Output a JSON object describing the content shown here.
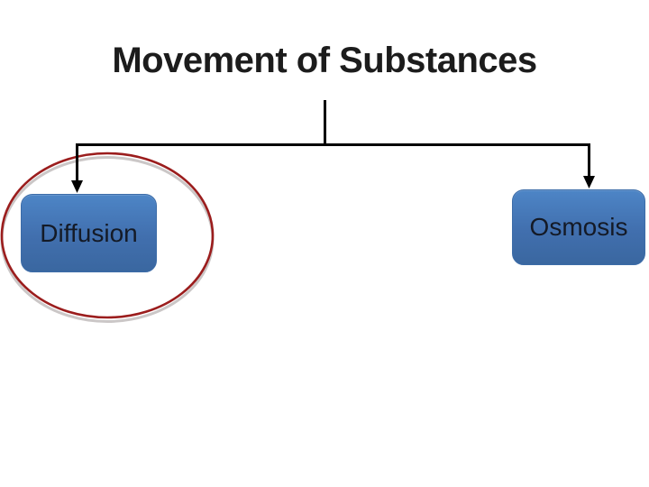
{
  "slide": {
    "title": "Movement of Substances",
    "nodes": [
      {
        "id": "diffusion",
        "label": "Diffusion",
        "highlighted": true
      },
      {
        "id": "osmosis",
        "label": "Osmosis",
        "highlighted": false
      }
    ],
    "annotation": {
      "type": "ellipse-highlight",
      "target": "diffusion"
    },
    "colors": {
      "background": "#ffffff",
      "title_text": "#1c1c1c",
      "node_fill_top": "#4d85c6",
      "node_fill_bottom": "#3a67a0",
      "node_border": "#3c6ca8",
      "node_text": "#141a26",
      "connector": "#000000",
      "highlight_ellipse": "#9b1d1d",
      "highlight_ellipse_shadow": "#cbc7c7"
    }
  }
}
